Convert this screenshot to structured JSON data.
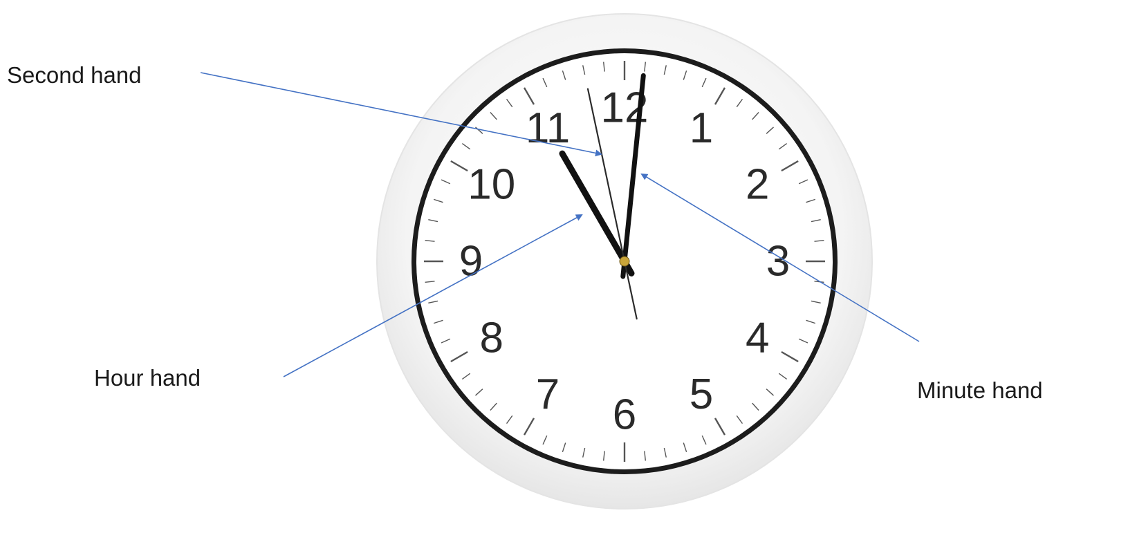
{
  "clock": {
    "numerals": [
      "12",
      "1",
      "2",
      "3",
      "4",
      "5",
      "6",
      "7",
      "8",
      "9",
      "10",
      "11"
    ],
    "time": {
      "hour": 11,
      "minute": 0,
      "second": 58
    },
    "colors": {
      "bezel": "#f3f3f3",
      "bezel_edge": "#e4e4e4",
      "inner_ring": "#1c1c1c",
      "face": "#ffffff",
      "hands": "#111111",
      "second_hand": "#2b2b2b",
      "hub": "#c9a53a"
    }
  },
  "callouts": {
    "second_hand": "Second hand",
    "hour_hand": "Hour hand",
    "minute_hand": "Minute hand"
  },
  "arrow_color": "#4472c4"
}
